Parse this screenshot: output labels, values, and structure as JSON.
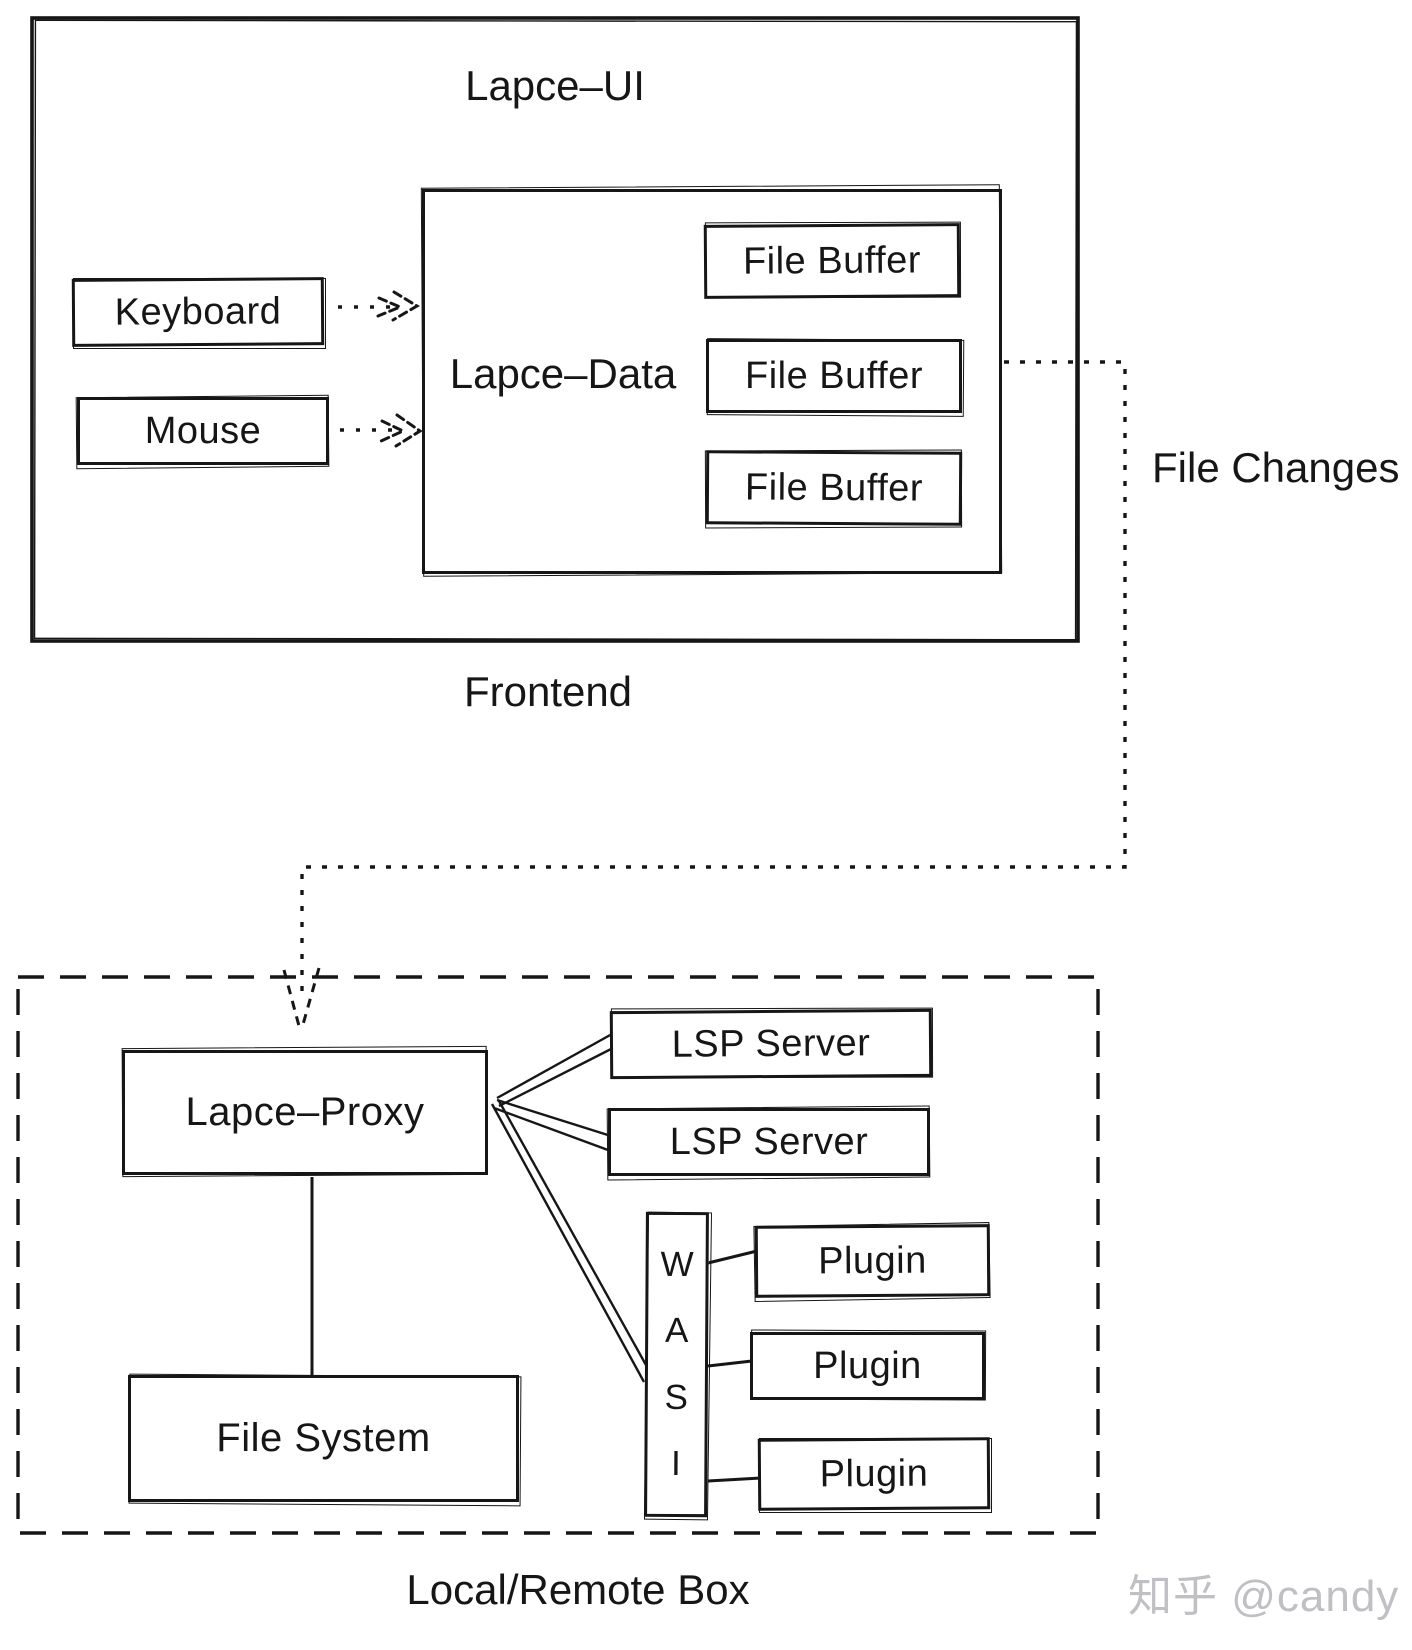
{
  "colors": {
    "ink": "#161616",
    "watermark": "#bfbfc4",
    "background": "#ffffff"
  },
  "frontend": {
    "ui_title": "Lapce–UI",
    "keyboard_label": "Keyboard",
    "mouse_label": "Mouse",
    "data_title": "Lapce–Data",
    "file_buffers": [
      "File Buffer",
      "File Buffer",
      "File Buffer"
    ],
    "caption": "Frontend"
  },
  "file_changes_label": "File Changes",
  "backend": {
    "proxy_label": "Lapce–Proxy",
    "file_system_label": "File System",
    "lsp_servers": [
      "LSP Server",
      "LSP Server"
    ],
    "wasi_letters": [
      "W",
      "A",
      "S",
      "I"
    ],
    "plugins": [
      "Plugin",
      "Plugin",
      "Plugin"
    ],
    "caption": "Local/Remote Box"
  },
  "watermark": "知乎 @candy"
}
